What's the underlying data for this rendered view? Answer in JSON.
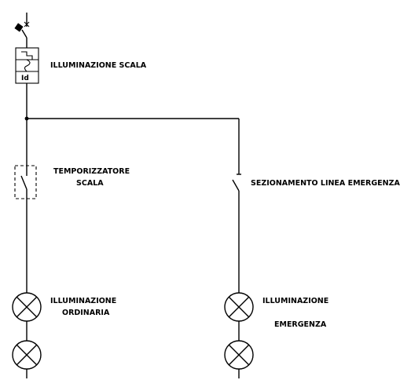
{
  "labels": {
    "illuminazione_scala": "ILLUMINAZIONE SCALA",
    "differential_tag": "Id",
    "temporizzatore_line1": "TEMPORIZZATORE",
    "temporizzatore_line2": "SCALA",
    "sezionamento": "SEZIONAMENTO LINEA EMERGENZA",
    "ordinaria_line1": "ILLUMINAZIONE",
    "ordinaria_line2": "ORDINARIA",
    "emergenza_line1": "ILLUMINAZIONE",
    "emergenza_line2": "EMERGENZA"
  }
}
